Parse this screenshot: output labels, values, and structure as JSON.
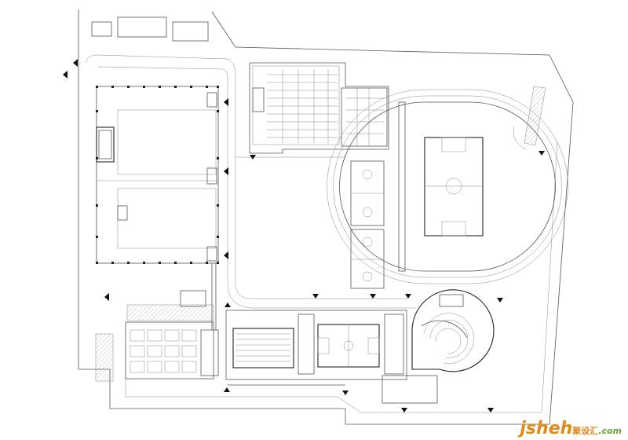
{
  "watermark": {
    "brand": "jsheh",
    "cn": "聚设汇",
    "suffix": ".com"
  },
  "colors": {
    "line": "#555555",
    "dark": "#222222",
    "brand_orange": "#e08a1e",
    "brand_green": "#6aa431"
  }
}
